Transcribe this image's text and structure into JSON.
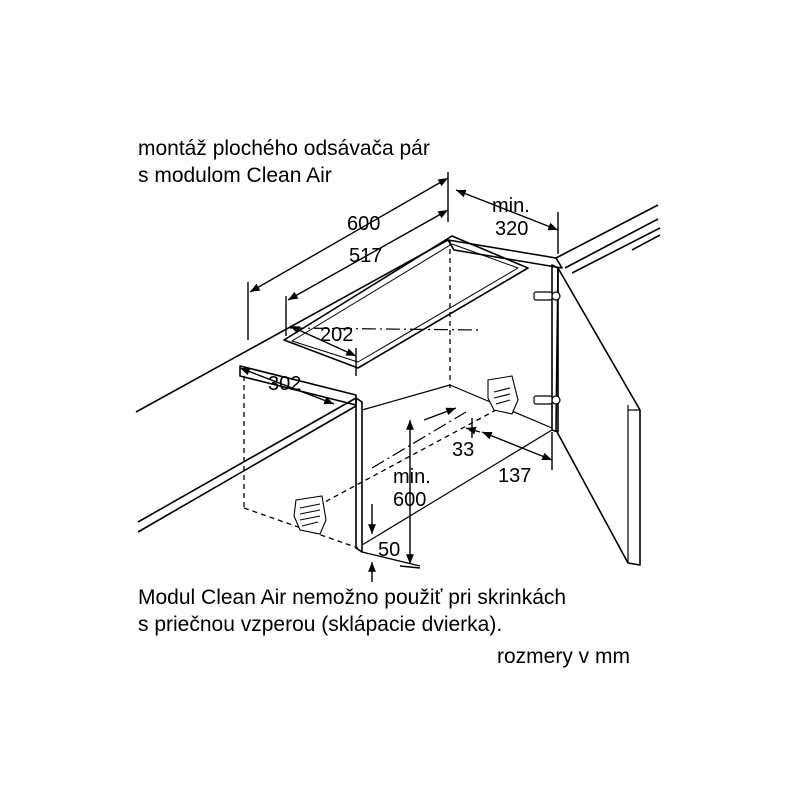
{
  "caption_top": {
    "line1": "montáž plochého odsávača pár",
    "line2": "s modulom Clean Air"
  },
  "caption_bottom": {
    "line1": "Modul Clean Air nemožno použiť pri skrinkách",
    "line2": "s priečnou vzperou (sklápacie dvierka)."
  },
  "units_note": "rozmery v mm",
  "dimensions": {
    "width_600": "600",
    "width_517": "517",
    "depth_202": "202",
    "depth_302": "302",
    "min_label_a": "min.",
    "clearance_320": "320",
    "min_label_b": "min.",
    "height_600": "600",
    "offset_33": "33",
    "offset_137": "137",
    "offset_50": "50"
  }
}
